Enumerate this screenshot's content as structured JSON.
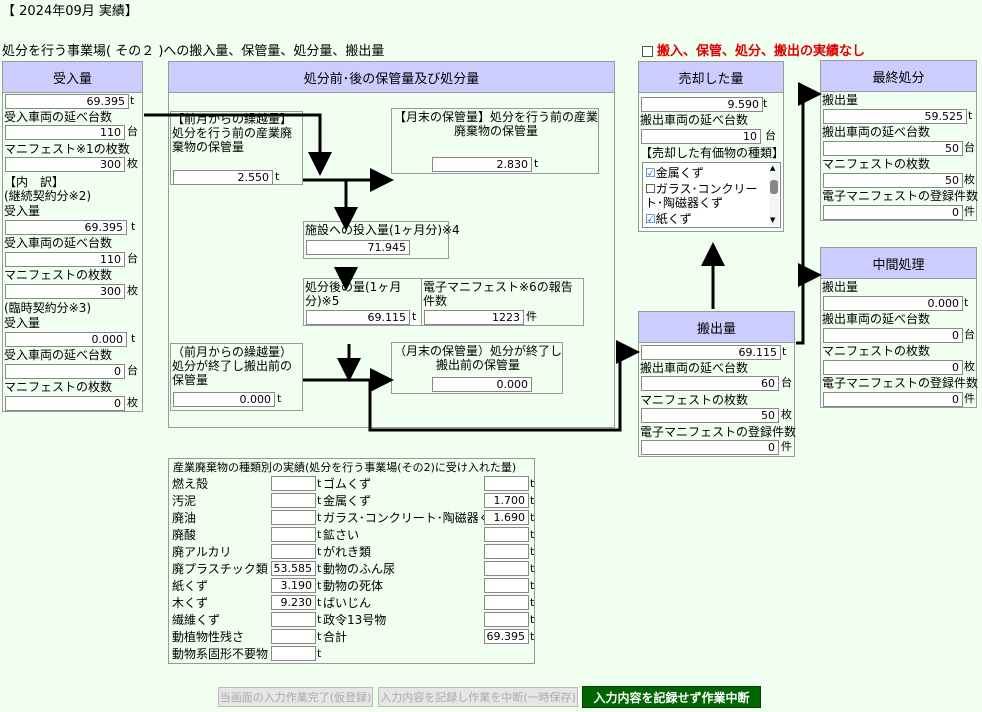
{
  "page_title": "【 2024年09月 実績】",
  "subtitle": "処分を行う事業場( その２ )への搬入量、保管量、処分量、搬出量",
  "no_record_label": "搬入、保管、処分、搬出の実績なし",
  "intake": {
    "header": "受入量",
    "amount": "69.395",
    "vehicles_label": "受入車両の延べ台数",
    "vehicles": "110",
    "manifest_label": "マニフェスト※1の枚数",
    "manifest": "300",
    "breakdown_label": "【内　訳】",
    "cont_label": "(継続契約分※2)",
    "cont_amount_label": "受入量",
    "cont_amount": "69.395",
    "cont_vehicles_label": "受入車両の延べ台数",
    "cont_vehicles": "110",
    "cont_manifest_label": "マニフェストの枚数",
    "cont_manifest": "300",
    "temp_label": "(臨時契約分※3)",
    "temp_amount_label": "受入量",
    "temp_amount": "0.000",
    "temp_vehicles_label": "受入車両の延べ台数",
    "temp_vehicles": "0",
    "temp_manifest_label": "マニフェストの枚数",
    "temp_manifest": "0"
  },
  "storage": {
    "header": "処分前･後の保管量及び処分量",
    "carry_before_label": "【前月からの繰越量】処分を行う前の産業廃棄物の保管量",
    "carry_before": "2.550",
    "end_before_label": "【月末の保管量】処分を行う前の産業廃棄物の保管量",
    "end_before": "2.830",
    "input_label": "施設への投入量(1ヶ月分)※4",
    "input": "71.945",
    "after_label": "処分後の量(1ヶ月分)※5",
    "after": "69.115",
    "e_manifest_label": "電子マニフェスト※6の報告件数",
    "e_manifest": "1223",
    "carry_after_label": "（前月からの繰越量）処分が終了し搬出前の保管量",
    "carry_after": "0.000",
    "end_after_label": "（月末の保管量）処分が終了し搬出前の保管量",
    "end_after": "0.000"
  },
  "sold": {
    "header": "売却した量",
    "amount": "9.590",
    "vehicles_label": "搬出車両の延べ台数",
    "vehicles": "10",
    "types_label": "【売却した有価物の種類】",
    "types": [
      {
        "label": "金属くず",
        "checked": "☑"
      },
      {
        "label": "ガラス･コンクリート･陶磁器くず",
        "checked": "☐"
      },
      {
        "label": "紙くず",
        "checked": "☑"
      }
    ]
  },
  "final": {
    "header": "最終処分",
    "amount_label": "搬出量",
    "amount": "59.525",
    "vehicles_label": "搬出車両の延べ台数",
    "vehicles": "50",
    "manifest_label": "マニフェストの枚数",
    "manifest": "50",
    "e_label": "電子マニフェストの登録件数",
    "e": "0"
  },
  "middle": {
    "header": "中間処理",
    "amount_label": "搬出量",
    "amount": "0.000",
    "vehicles_label": "搬出車両の延べ台数",
    "vehicles": "0",
    "manifest_label": "マニフェストの枚数",
    "manifest": "0",
    "e_label": "電子マニフェストの登録件数",
    "e": "0"
  },
  "out": {
    "header": "搬出量",
    "amount": "69.115",
    "vehicles_label": "搬出車両の延べ台数",
    "vehicles": "60",
    "manifest_label": "マニフェストの枚数",
    "manifest": "50",
    "e_label": "電子マニフェストの登録件数",
    "e": "0"
  },
  "units": {
    "t": "t",
    "dai": "台",
    "mai": "枚",
    "ken": "件"
  },
  "waste_table": {
    "title": "産業廃棄物の種類別の実績(処分を行う事業場(その2)に受け入れた量)",
    "left": [
      {
        "label": "燃え殻",
        "value": ""
      },
      {
        "label": "汚泥",
        "value": ""
      },
      {
        "label": "廃油",
        "value": ""
      },
      {
        "label": "廃酸",
        "value": ""
      },
      {
        "label": "廃アルカリ",
        "value": ""
      },
      {
        "label": "廃プラスチック類",
        "value": "53.585"
      },
      {
        "label": "紙くず",
        "value": "3.190"
      },
      {
        "label": "木くず",
        "value": "9.230"
      },
      {
        "label": "繊維くず",
        "value": ""
      },
      {
        "label": "動植物性残さ",
        "value": ""
      },
      {
        "label": "動物系固形不要物",
        "value": ""
      }
    ],
    "right": [
      {
        "label": "ゴムくず",
        "value": ""
      },
      {
        "label": "金属くず",
        "value": "1.700"
      },
      {
        "label": "ガラス･コンクリート･陶磁器くず",
        "value": "1.690"
      },
      {
        "label": "鉱さい",
        "value": ""
      },
      {
        "label": "がれき類",
        "value": ""
      },
      {
        "label": "動物のふん尿",
        "value": ""
      },
      {
        "label": "動物の死体",
        "value": ""
      },
      {
        "label": "ばいじん",
        "value": ""
      },
      {
        "label": "政令13号物",
        "value": ""
      },
      {
        "label": "合計",
        "value": "69.395"
      }
    ]
  },
  "buttons": {
    "provisional": "当画面の入力作業完了(仮登録)",
    "suspend_save": "入力内容を記録し作業を中断(一時保存)",
    "suspend_nosave": "入力内容を記録せず作業中断"
  },
  "colors": {
    "header_bg": "#ccccff",
    "page_bg": "#f0fff0",
    "warning": "#e00000",
    "primary_btn": "#006400"
  }
}
